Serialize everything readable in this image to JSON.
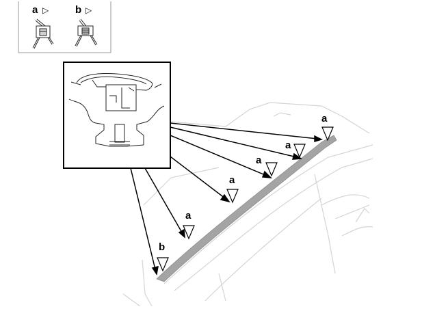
{
  "legend": {
    "items": [
      {
        "letter": "a",
        "marker": "▷",
        "icon": "clip-type-a-icon"
      },
      {
        "letter": "b",
        "marker": "▷",
        "icon": "clip-type-b-icon"
      }
    ]
  },
  "callouts": [
    {
      "letter": "b",
      "marker": "triangle-marker"
    },
    {
      "letter": "a",
      "marker": "triangle-marker"
    },
    {
      "letter": "a",
      "marker": "triangle-marker"
    },
    {
      "letter": "a",
      "marker": "triangle-marker"
    },
    {
      "letter": "a",
      "marker": "triangle-marker"
    },
    {
      "letter": "a",
      "marker": "triangle-marker"
    }
  ],
  "detail": {
    "icon": "roof-molding-clip-detail-icon"
  },
  "colors": {
    "molding": "#a4a4a4",
    "body_outline": "#d4d4d4",
    "line": "#000000"
  }
}
